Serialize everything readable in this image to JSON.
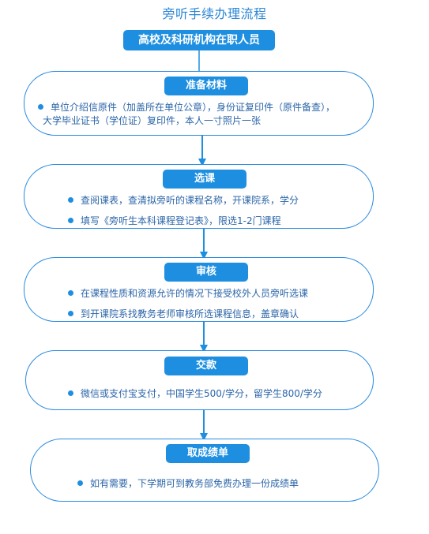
{
  "title": "旁听手续办理流程",
  "start": "高校及科研机构在职人员",
  "steps": [
    {
      "label": "准备材料",
      "items": [
        {
          "lines": [
            "单位介绍信原件（加盖所在单位公章），身份证复印件（原件备查），",
            "大学毕业证书（学位证）复印件，本人一寸照片一张"
          ]
        }
      ]
    },
    {
      "label": "选课",
      "items": [
        {
          "lines": [
            "查阅课表，查清拟旁听的课程名称，开课院系，学分"
          ]
        },
        {
          "lines": [
            "填写《旁听生本科课程登记表》，限选1-2门课程"
          ]
        }
      ]
    },
    {
      "label": "审核",
      "items": [
        {
          "lines": [
            "在课程性质和资源允许的情况下接受校外人员旁听选课"
          ]
        },
        {
          "lines": [
            "到开课院系找教务老师审核所选课程信息，盖章确认"
          ]
        }
      ]
    },
    {
      "label": "交款",
      "items": [
        {
          "lines": [
            "微信或支付宝支付，中国学生500/学分，留学生800/学分"
          ]
        }
      ]
    },
    {
      "label": "取成绩单",
      "items": [
        {
          "lines": [
            "如有需要，下学期可到教务部免费办理一份成绩单"
          ]
        }
      ]
    }
  ],
  "colors": {
    "accent": "#1e8fe0",
    "border": "#2a8be0",
    "text": "#2b65a8",
    "title": "#2b86d6"
  }
}
